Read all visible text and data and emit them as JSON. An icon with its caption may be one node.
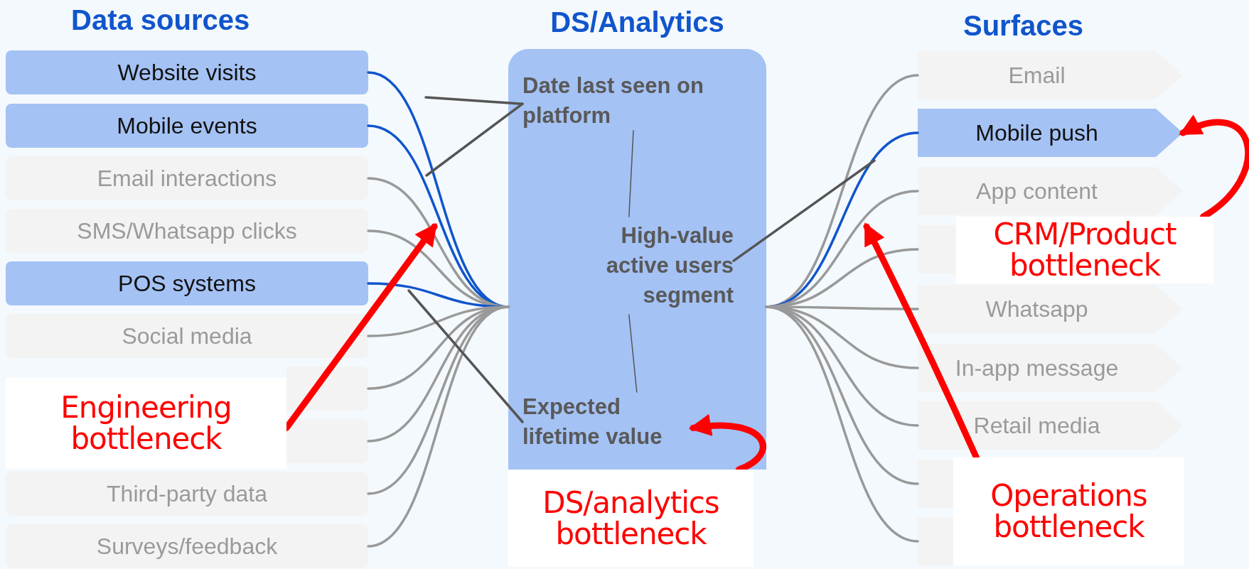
{
  "diagram": {
    "nodes": [
      {
        "text": [
          "Website visits"
        ]
      },
      {
        "text": [
          "Mobile events"
        ]
      },
      {
        "text": [
          "Email interactions"
        ]
      },
      {
        "text": [
          "SMS/Whatsapp clicks"
        ]
      },
      {
        "text": [
          "POS systems"
        ]
      },
      {
        "text": [
          "Social media"
        ]
      },
      {
        "text": [],
        "shape": "box"
      },
      {
        "text": [],
        "shape": "box"
      },
      {
        "text": [
          "Third-party data"
        ]
      },
      {
        "text": [
          "Surveys/feedback"
        ]
      },
      {
        "text": [
          "DS/Analytics"
        ]
      },
      {
        "text": [
          "Date last seen on platform"
        ],
        "in": 10
      },
      {
        "text": [
          "High-value active users segment"
        ],
        "in": 10
      },
      {
        "text": [
          "Expected lifetime value"
        ],
        "in": 10
      },
      {
        "text": [
          "Email"
        ]
      },
      {
        "text": [
          "Mobile push"
        ]
      },
      {
        "text": [
          "App content"
        ]
      },
      {
        "text": [],
        "shape": "box"
      },
      {
        "text": [
          "Whatsapp"
        ]
      },
      {
        "text": [
          "In-app message"
        ]
      },
      {
        "text": [
          "Retail media"
        ]
      },
      {
        "text": [],
        "shape": "box"
      },
      {
        "text": [],
        "shape": "box"
      },
      {
        "text": [
          "Engineering bottleneck"
        ]
      },
      {
        "text": [
          "DS/analytics bottleneck"
        ]
      },
      {
        "text": [
          "CRM/Product bottleneck"
        ]
      },
      {
        "text": [
          "Operations bottleneck"
        ]
      }
    ],
    "edges": [
      {
        "from": 0,
        "to": 10,
        "arrow": "none",
        "color": "#1155cc"
      },
      {
        "from": 1,
        "to": 10,
        "arrow": "none",
        "color": "#1155cc"
      },
      {
        "from": 2,
        "to": 10,
        "arrow": "none"
      },
      {
        "from": 3,
        "to": 10,
        "arrow": "none"
      },
      {
        "from": 4,
        "to": 10,
        "arrow": "none",
        "color": "#1155cc"
      },
      {
        "from": 5,
        "to": 10,
        "arrow": "none"
      },
      {
        "from": 6,
        "to": 10,
        "arrow": "none"
      },
      {
        "from": 7,
        "to": 10,
        "arrow": "none"
      },
      {
        "from": 8,
        "to": 10,
        "arrow": "none"
      },
      {
        "from": 9,
        "to": 10,
        "arrow": "none"
      },
      {
        "from": 10,
        "to": 14,
        "arrow": "none"
      },
      {
        "from": 10,
        "to": 15,
        "arrow": "none",
        "color": "#1155cc"
      },
      {
        "from": 10,
        "to": 16,
        "arrow": "none"
      },
      {
        "from": 10,
        "to": 17,
        "arrow": "none"
      },
      {
        "from": 10,
        "to": 18,
        "arrow": "none"
      },
      {
        "from": 10,
        "to": 19,
        "arrow": "none"
      },
      {
        "from": 10,
        "to": 20,
        "arrow": "none"
      },
      {
        "from": 10,
        "to": 21,
        "arrow": "none"
      },
      {
        "from": 10,
        "to": 22,
        "arrow": "none"
      },
      {
        "from": 11,
        "to": null,
        "arrow": "none",
        "color": "#555555"
      },
      {
        "from": 11,
        "to": null,
        "arrow": "none",
        "color": "#555555"
      },
      {
        "from": 13,
        "to": null,
        "arrow": "none",
        "color": "#555555"
      },
      {
        "from": 12,
        "to": null,
        "arrow": "none",
        "color": "#555555"
      },
      {
        "from": 11,
        "to": 12,
        "arrow": "none",
        "color": "#555555"
      },
      {
        "from": 12,
        "to": 13,
        "arrow": "none",
        "color": "#555555"
      },
      {
        "from": 23,
        "to": null,
        "arrow": "to",
        "style": "thick",
        "color": "#ff0000"
      },
      {
        "from": 24,
        "to": 13,
        "arrow": "to",
        "style": "thick",
        "color": "#ff0000"
      },
      {
        "from": 25,
        "to": 15,
        "arrow": "to",
        "style": "thick",
        "color": "#ff0000"
      },
      {
        "from": 26,
        "to": null,
        "arrow": "to",
        "style": "thick",
        "color": "#ff0000"
      }
    ],
    "labels": [
      "Data sources",
      "Surfaces"
    ]
  }
}
